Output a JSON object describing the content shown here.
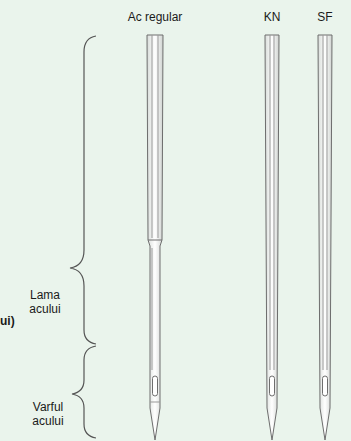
{
  "diagram": {
    "labels": [
      "Ac regular",
      "KN",
      "SF",
      "Lama acului",
      "Varful acului",
      "ui)"
    ]
  }
}
